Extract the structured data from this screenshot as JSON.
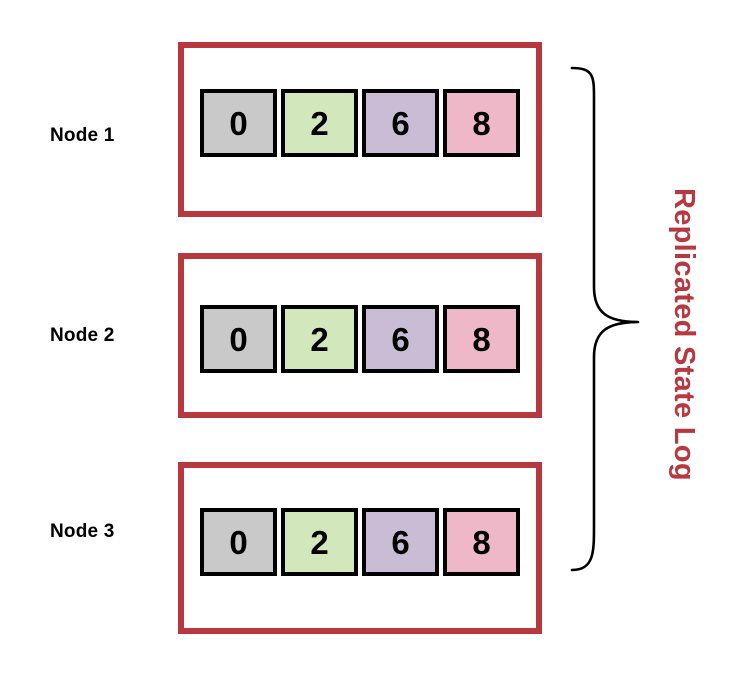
{
  "diagram": {
    "title": "Replicated State Log",
    "accent_color": "#b8383f",
    "nodes": [
      {
        "label": "Node 1",
        "entries": [
          {
            "value": "0",
            "color": "#c9c9c9"
          },
          {
            "value": "2",
            "color": "#d2e8bc"
          },
          {
            "value": "6",
            "color": "#c9bdd6"
          },
          {
            "value": "8",
            "color": "#eeb8c8"
          }
        ]
      },
      {
        "label": "Node 2",
        "entries": [
          {
            "value": "0",
            "color": "#c9c9c9"
          },
          {
            "value": "2",
            "color": "#d2e8bc"
          },
          {
            "value": "6",
            "color": "#c9bdd6"
          },
          {
            "value": "8",
            "color": "#eeb8c8"
          }
        ]
      },
      {
        "label": "Node 3",
        "entries": [
          {
            "value": "0",
            "color": "#c9c9c9"
          },
          {
            "value": "2",
            "color": "#d2e8bc"
          },
          {
            "value": "6",
            "color": "#c9bdd6"
          },
          {
            "value": "8",
            "color": "#eeb8c8"
          }
        ]
      }
    ],
    "brace": {
      "name": "right-curly-brace",
      "color": "#000000"
    }
  }
}
